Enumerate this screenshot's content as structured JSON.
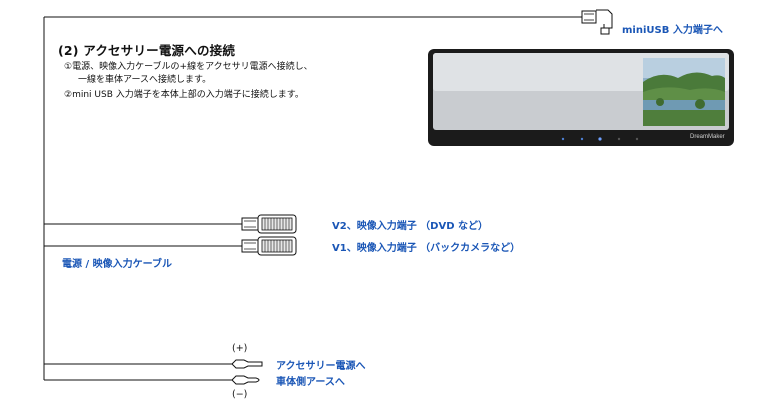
{
  "heading": "(2) アクセサリー電源への接続",
  "instructions": [
    "①電源、映像入力ケーブルの+線をアクセサリ電源へ接続し、",
    "一線を車体アースへ接続します。",
    "②mini USB 入力端子を本体上部の入力端子に接続します。"
  ],
  "labels": {
    "mini_usb": "miniUSB 入力端子へ",
    "v2": "V2、映像入力端子 （DVD など）",
    "v1": "V1、映像入力端子 （バックカメラなど）",
    "cable": "電源 / 映像入力ケーブル",
    "plus_sign": "(+)",
    "acc": "アクセサリー電源へ",
    "ground": "車体側アースへ",
    "minus_sign": "(−)"
  },
  "device": {
    "brand": "DreamMaker"
  },
  "colors": {
    "label_blue": "#1a56b6",
    "line": "#111111",
    "device_frame": "#1b1b1b"
  }
}
